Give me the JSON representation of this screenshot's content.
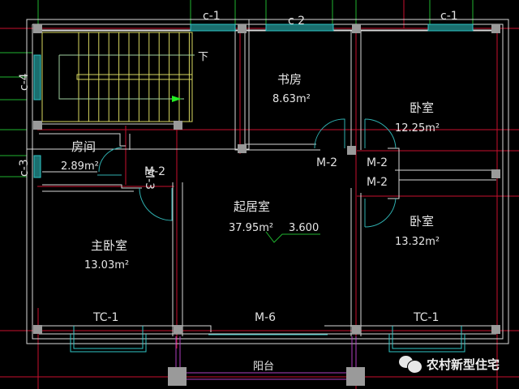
{
  "drawing": {
    "type": "architectural floor plan (CAD)",
    "colors": {
      "background": "#000000",
      "wall": "#d9d9d9",
      "axis": "#c8102e",
      "dimension": "#1fb52f",
      "window": "#2fc6c6",
      "stair": "#d8d860",
      "door_arc": "#2fb0b0",
      "column": "#9a9a9a",
      "balcony_rail": "#b040c0",
      "elevation_mark": "#1fb52f",
      "arrow": "#22ee22"
    }
  },
  "rooms": [
    {
      "name": "书房",
      "area": "8.63m²"
    },
    {
      "name": "卧室",
      "area": "12.25m²"
    },
    {
      "name": "房间",
      "area": "2.89m²"
    },
    {
      "name": "起居室",
      "area": "37.95m²"
    },
    {
      "name": "主卧室",
      "area": "13.03m²"
    },
    {
      "name": "卧室",
      "area": "13.32m²"
    },
    {
      "name": "阳台",
      "area": ""
    }
  ],
  "elevation": "3.600",
  "stair": {
    "direction_label": "下"
  },
  "windows": [
    {
      "label": "c-1"
    },
    {
      "label": "c 2"
    },
    {
      "label": "c-1"
    },
    {
      "label": "c-4"
    },
    {
      "label": "c-3"
    },
    {
      "label": "TC-1"
    },
    {
      "label": "TC-1"
    }
  ],
  "doors": [
    {
      "label": "M-2"
    },
    {
      "label": "M-2"
    },
    {
      "label": "M-2"
    },
    {
      "label": "M-2"
    },
    {
      "label": "M-3"
    },
    {
      "label": "M-6"
    }
  ],
  "watermark": {
    "icon": "wechat-icon",
    "text": "农村新型住宅"
  }
}
